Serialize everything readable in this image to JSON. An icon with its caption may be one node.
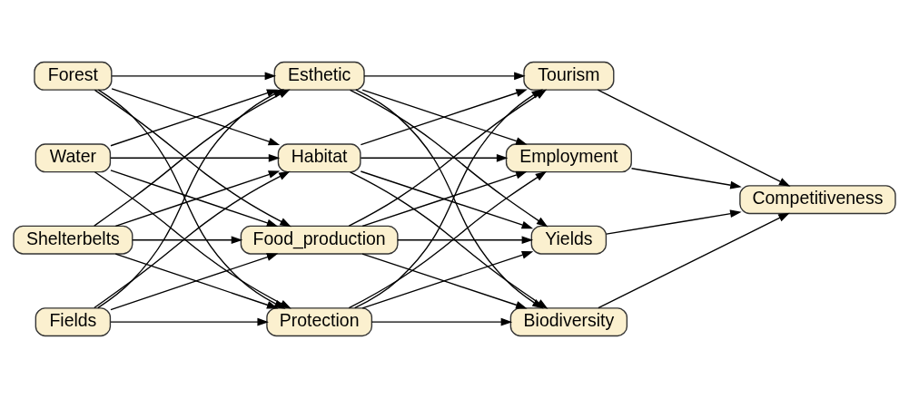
{
  "diagram": {
    "nodes": [
      {
        "text": [
          "Shelterbelts"
        ]
      },
      {
        "text": [
          "Fields"
        ]
      },
      {
        "text": [
          "Forest"
        ]
      },
      {
        "text": [
          "Water"
        ]
      },
      {
        "text": [
          "Food_production"
        ]
      },
      {
        "text": [
          "Protection"
        ]
      },
      {
        "text": [
          "Esthetic"
        ]
      },
      {
        "text": [
          "Habitat"
        ]
      },
      {
        "text": [
          "Yields"
        ]
      },
      {
        "text": [
          "Biodiversity"
        ]
      },
      {
        "text": [
          "Tourism"
        ]
      },
      {
        "text": [
          "Employment"
        ]
      },
      {
        "text": [
          "Competitiveness"
        ]
      }
    ],
    "edges": [
      {
        "from": 0,
        "to": 4,
        "arrow": "to"
      },
      {
        "from": 0,
        "to": 5,
        "arrow": "to"
      },
      {
        "from": 0,
        "to": 6,
        "arrow": "to"
      },
      {
        "from": 0,
        "to": 7,
        "arrow": "to"
      },
      {
        "from": 1,
        "to": 4,
        "arrow": "to"
      },
      {
        "from": 1,
        "to": 5,
        "arrow": "to"
      },
      {
        "from": 1,
        "to": 6,
        "arrow": "to"
      },
      {
        "from": 1,
        "to": 7,
        "arrow": "to"
      },
      {
        "from": 2,
        "to": 4,
        "arrow": "to"
      },
      {
        "from": 2,
        "to": 5,
        "arrow": "to"
      },
      {
        "from": 2,
        "to": 6,
        "arrow": "to"
      },
      {
        "from": 2,
        "to": 7,
        "arrow": "to"
      },
      {
        "from": 3,
        "to": 4,
        "arrow": "to"
      },
      {
        "from": 3,
        "to": 5,
        "arrow": "to"
      },
      {
        "from": 3,
        "to": 6,
        "arrow": "to"
      },
      {
        "from": 3,
        "to": 7,
        "arrow": "to"
      },
      {
        "from": 4,
        "to": 8,
        "arrow": "to"
      },
      {
        "from": 4,
        "to": 9,
        "arrow": "to"
      },
      {
        "from": 4,
        "to": 10,
        "arrow": "to"
      },
      {
        "from": 4,
        "to": 11,
        "arrow": "to"
      },
      {
        "from": 5,
        "to": 8,
        "arrow": "to"
      },
      {
        "from": 5,
        "to": 9,
        "arrow": "to"
      },
      {
        "from": 5,
        "to": 10,
        "arrow": "to"
      },
      {
        "from": 5,
        "to": 11,
        "arrow": "to"
      },
      {
        "from": 6,
        "to": 8,
        "arrow": "to"
      },
      {
        "from": 6,
        "to": 9,
        "arrow": "to"
      },
      {
        "from": 6,
        "to": 10,
        "arrow": "to"
      },
      {
        "from": 6,
        "to": 11,
        "arrow": "to"
      },
      {
        "from": 7,
        "to": 8,
        "arrow": "to"
      },
      {
        "from": 7,
        "to": 9,
        "arrow": "to"
      },
      {
        "from": 7,
        "to": 10,
        "arrow": "to"
      },
      {
        "from": 7,
        "to": 11,
        "arrow": "to"
      },
      {
        "from": 8,
        "to": 12,
        "arrow": "to"
      },
      {
        "from": 9,
        "to": 12,
        "arrow": "to"
      },
      {
        "from": 10,
        "to": 12,
        "arrow": "to"
      },
      {
        "from": 11,
        "to": 12,
        "arrow": "to"
      }
    ]
  }
}
